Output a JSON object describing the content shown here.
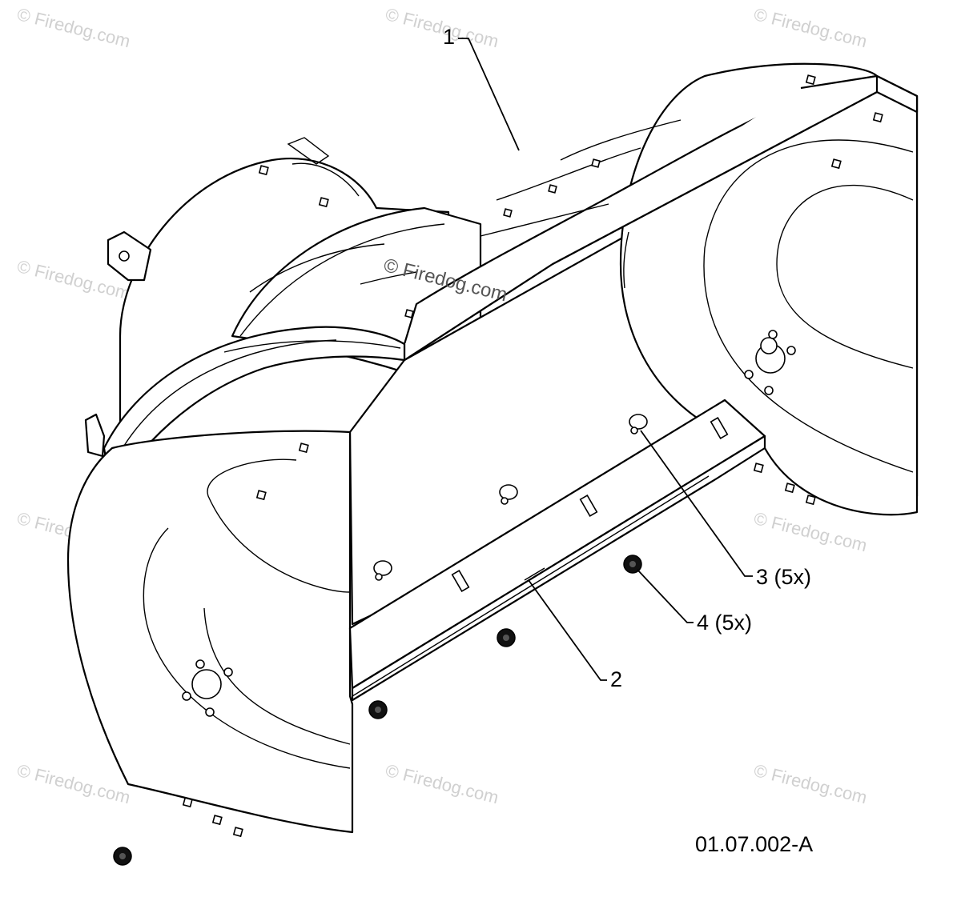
{
  "diagram": {
    "callouts": [
      {
        "id": "c1",
        "text": "1"
      },
      {
        "id": "c2",
        "text": "2"
      },
      {
        "id": "c3",
        "text": "3 (5x)"
      },
      {
        "id": "c4",
        "text": "4 (5x)"
      }
    ],
    "drawing_number": "01.07.002-A",
    "watermark": "© Firedog.com"
  }
}
